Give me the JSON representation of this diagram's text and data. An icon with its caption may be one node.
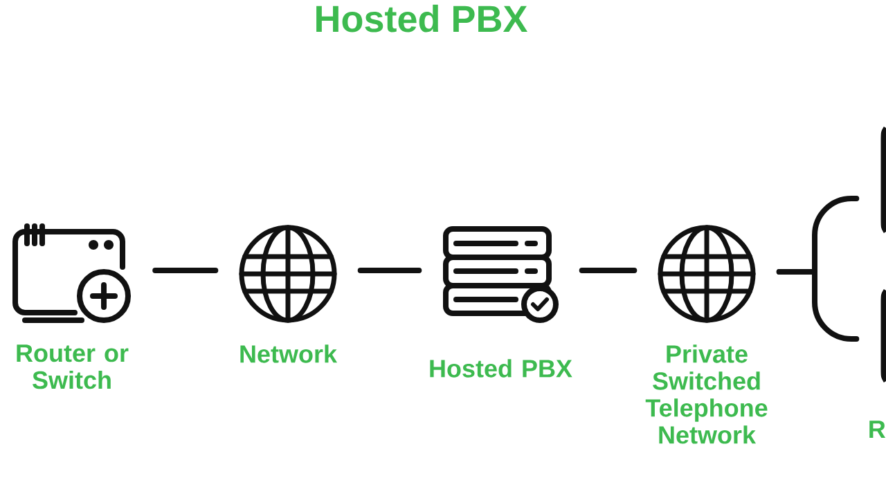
{
  "diagram": {
    "title": "Hosted PBX",
    "nodes": [
      {
        "text": [
          "Router or Switch"
        ]
      },
      {
        "text": [
          "Network"
        ]
      },
      {
        "text": [
          "Hosted PBX"
        ]
      },
      {
        "text": [
          "Private Switched Telephone Network"
        ]
      },
      {
        "text": [],
        "shape": "box"
      },
      {
        "text": [],
        "shape": "box"
      }
    ],
    "edges": [
      {
        "from": 0,
        "to": 1,
        "arrow": "none"
      },
      {
        "from": 1,
        "to": 2,
        "arrow": "none"
      },
      {
        "from": 2,
        "to": 3,
        "arrow": "none"
      },
      {
        "from": 3,
        "to": 4,
        "arrow": "none"
      },
      {
        "from": 3,
        "to": 5,
        "arrow": "none"
      }
    ],
    "labels": [
      "R"
    ]
  }
}
